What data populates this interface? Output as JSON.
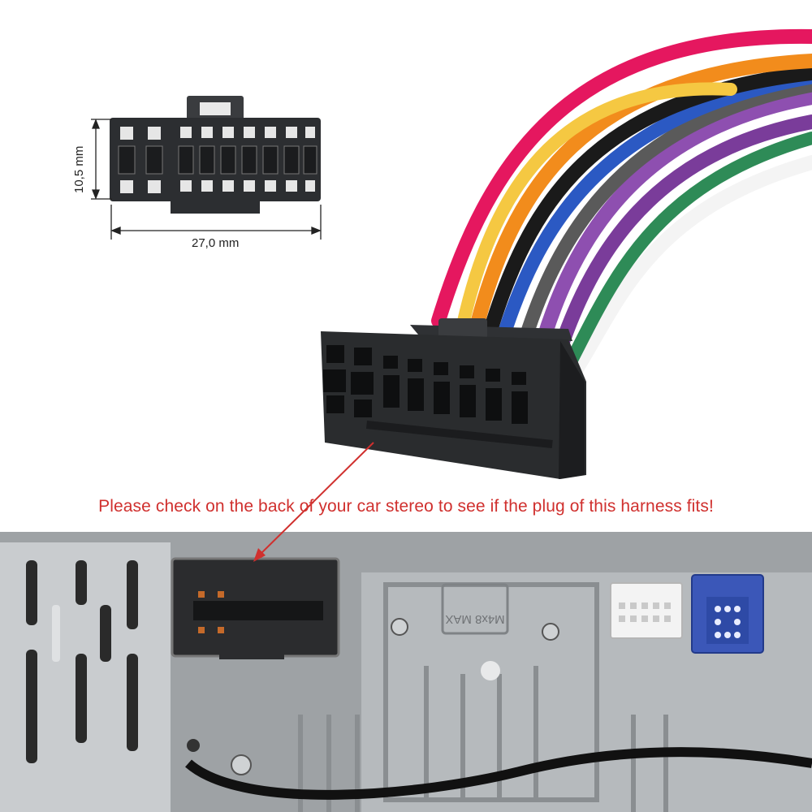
{
  "dimensions": {
    "height_label": "10,5 mm",
    "width_label": "27,0 mm"
  },
  "notice": {
    "text": "Please check on the back of your car stereo to see if the plug of this harness fits!",
    "color": "#d0302e"
  },
  "stereo_back": {
    "embossed_text": "M4x8 MAX"
  },
  "wire_colors": [
    "#e5175f",
    "#f5a623",
    "#f28c1c",
    "#1a1a1a",
    "#2b59c3",
    "#5a5a5a",
    "#7a3c9a",
    "#8e4fb0",
    "#2e8b57",
    "#ffffff"
  ],
  "colors": {
    "connector_body": "#2a2c2e",
    "chassis": "#a9adb0",
    "arrow": "#d0302e"
  }
}
